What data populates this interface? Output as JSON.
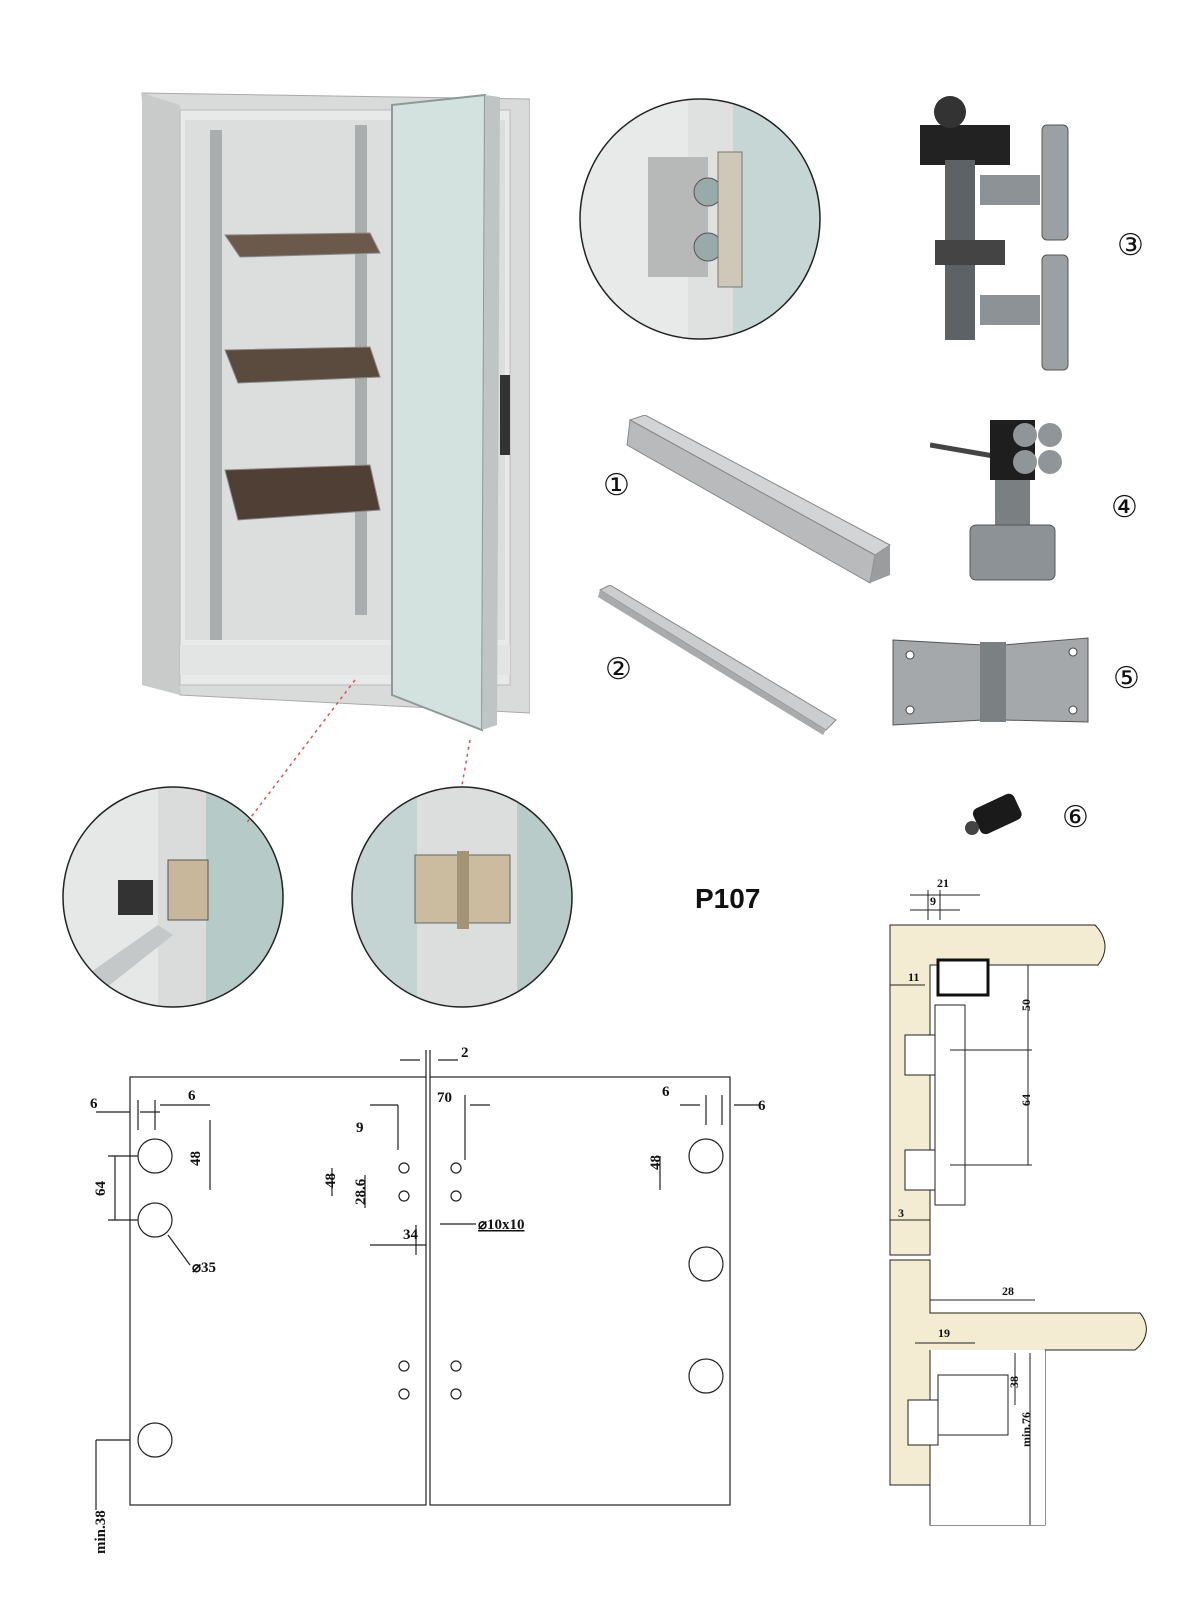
{
  "model_code": "P107",
  "part_labels": [
    "①",
    "②",
    "③",
    "④",
    "⑤",
    "⑥"
  ],
  "panel_drawing": {
    "dims": {
      "gap": "2",
      "left_edge": "6",
      "cup_offset": "6",
      "cup_spacing_v": "48",
      "cup_pitch": "64",
      "cup_diameter": "⌀35",
      "top_offset": "9",
      "hole_pitch_a": "48",
      "hole_pitch_b": "28.6",
      "hole_spacing": "34",
      "right_offset": "70",
      "hole_spec": "⌀10x10",
      "right_cup_offset_a": "6",
      "right_cup_offset_b": "6",
      "right_cup_spacing": "48",
      "min_bottom": "min.38"
    }
  },
  "section_drawing": {
    "dims": {
      "top_21": "21",
      "top_9": "9",
      "side_11": "11",
      "v_50": "50",
      "v_64": "64",
      "bottom_3": "3",
      "h_28": "28",
      "h_19": "19",
      "v_38": "38",
      "v_min76": "min.76"
    }
  },
  "colors": {
    "wood": "#f3ecd2",
    "metal": "#b9bdbf",
    "glass": "#d6e4e2",
    "cabinet": "#e5e6e6",
    "shelf": "#5a4a3f",
    "line": "#222222"
  }
}
